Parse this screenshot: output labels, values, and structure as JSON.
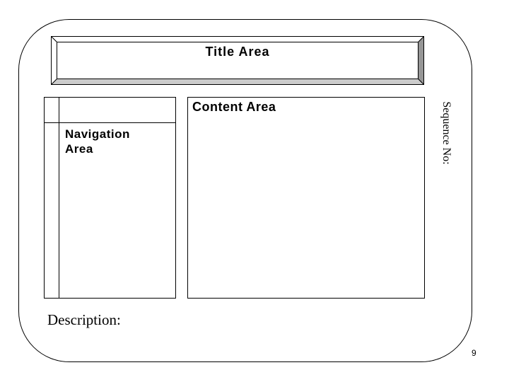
{
  "slide": {
    "page_number": "9",
    "background": "#ffffff"
  },
  "wireframe": {
    "title_area": {
      "label": "Title Area"
    },
    "navigation_area": {
      "label": "Navigation Area"
    },
    "content_area": {
      "label": "Content Area"
    },
    "sequence_field": {
      "label": "Sequence No:"
    },
    "description_field": {
      "label": "Description:"
    }
  },
  "colors": {
    "line": "#000000",
    "bevel_highlight": "#ffffff",
    "bevel_shadow_right": "#969696",
    "bevel_shadow_bottom": "#cccccc"
  }
}
